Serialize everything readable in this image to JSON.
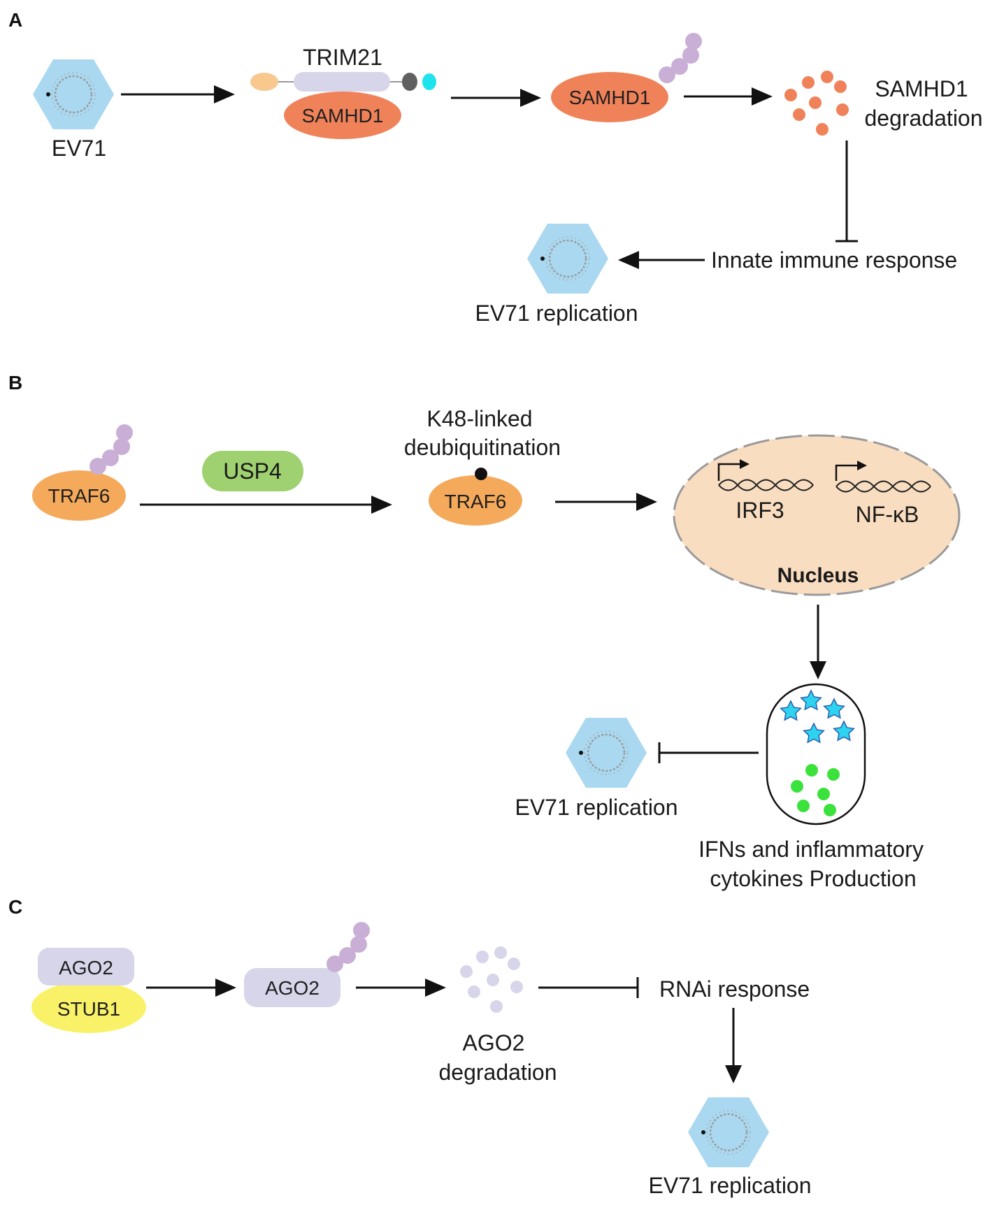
{
  "panels": {
    "a": "A",
    "b": "B",
    "c": "C"
  },
  "panel_a": {
    "virus_label": "EV71",
    "trim21": "TRIM21",
    "samhd1_complex": "SAMHD1",
    "samhd1_ub": "SAMHD1",
    "degradation_line1": "SAMHD1",
    "degradation_line2": "degradation",
    "innate_response": "Innate immune response",
    "replication": "EV71 replication"
  },
  "panel_b": {
    "traf6_ub": "TRAF6",
    "usp4": "USP4",
    "k48_line1": "K48-linked",
    "k48_line2": "deubiquitination",
    "traf6": "TRAF6",
    "irf3": "IRF3",
    "nfkb": "NF-κB",
    "nucleus": "Nucleus",
    "replication": "EV71 replication",
    "cytokines_line1": "IFNs and inflammatory",
    "cytokines_line2": "cytokines Production"
  },
  "panel_c": {
    "ago2_complex": "AGO2",
    "stub1": "STUB1",
    "ago2_ub": "AGO2",
    "degradation_line1": "AGO2",
    "degradation_line2": "degradation",
    "rnai": "RNAi response",
    "replication": "EV71 replication"
  },
  "colors": {
    "virus_fill": "#a9d8f0",
    "samhd1": "#f0825a",
    "ubiquitin": "#c9aed6",
    "traf6": "#f5a95b",
    "usp4": "#9fd170",
    "nucleus": "#f9ddc0",
    "ago2": "#d7d5ea",
    "stub1": "#f9f268",
    "star": "#2ed3f0",
    "green_dot": "#3be23b"
  }
}
